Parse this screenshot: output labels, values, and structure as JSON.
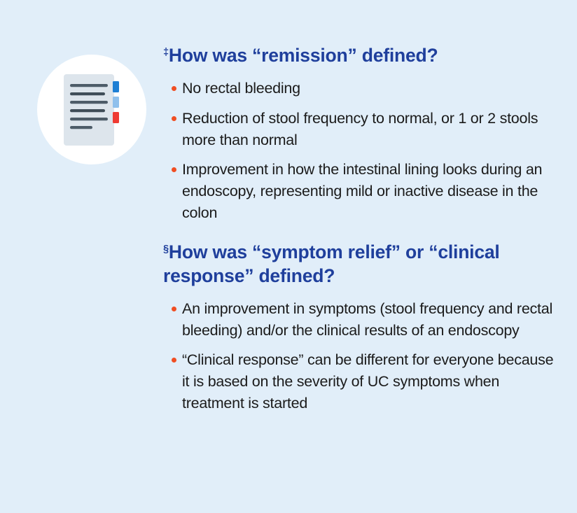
{
  "theme": {
    "background": "#e1eef9",
    "heading_color": "#1f3f9c",
    "body_color": "#1b1b1b",
    "bullet_color": "#f04e23",
    "circle_color": "#ffffff"
  },
  "icon": {
    "name": "document-with-tabs-icon",
    "paper_color": "#dde5ec",
    "line_color": "#4d5c68",
    "tabs": [
      {
        "name": "tab-blue",
        "color": "#1e7fd4"
      },
      {
        "name": "tab-light-blue",
        "color": "#8fc0ec"
      },
      {
        "name": "tab-red",
        "color": "#ef3b33"
      }
    ],
    "line_count": 6
  },
  "sections": [
    {
      "id": "remission",
      "marker": "‡",
      "heading": "How was “remission” defined?",
      "bullets": [
        "No rectal bleeding",
        "Reduction of stool frequency to normal, or 1 or 2 stools more than normal",
        "Improvement in how the intestinal lining looks during an endoscopy, representing mild or inactive disease in the colon"
      ]
    },
    {
      "id": "relief",
      "marker": "§",
      "heading": "How was “symptom relief” or “clinical response” defined?",
      "bullets": [
        "An improvement in symptoms (stool frequency and rectal bleeding) and/or the clinical results of an endoscopy",
        "“Clinical response” can be different for everyone because it is based on the severity of UC symptoms when treatment is started"
      ]
    }
  ]
}
